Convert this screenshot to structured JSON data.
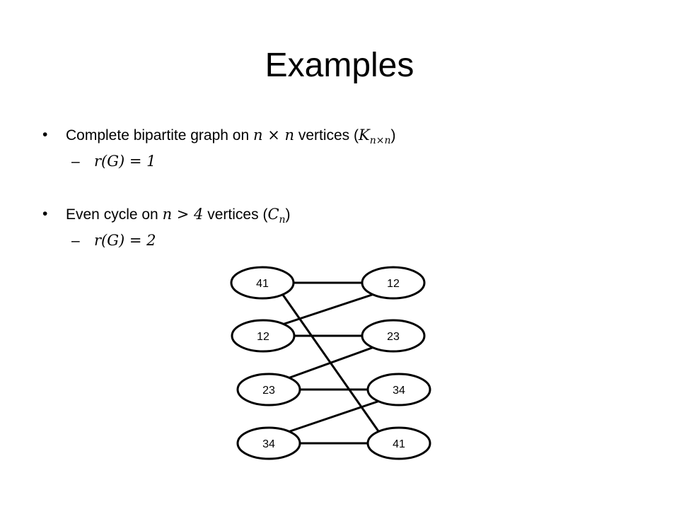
{
  "slide": {
    "title": "Examples",
    "bullets": [
      {
        "marker": "•",
        "text_before": "Complete bipartite graph on ",
        "math": "n × n",
        "text_middle": " vertices (",
        "math2": "K",
        "subscript": "n×n",
        "text_after": ")",
        "sub": {
          "marker": "–",
          "math": "r(G) = 1"
        }
      },
      {
        "marker": "•",
        "text_before": "Even cycle on ",
        "math": "n > 4",
        "text_middle": " vertices (",
        "math2": "C",
        "subscript": "n",
        "text_after": ")",
        "sub": {
          "marker": "–",
          "math": "r(G) = 2"
        }
      }
    ]
  },
  "graph": {
    "left_nodes": [
      "41",
      "12",
      "23",
      "34"
    ],
    "right_nodes": [
      "12",
      "23",
      "34",
      "41"
    ],
    "edges": [
      [
        "L0",
        "R0"
      ],
      [
        "L0",
        "R3"
      ],
      [
        "L1",
        "R0"
      ],
      [
        "L1",
        "R1"
      ],
      [
        "L2",
        "R1"
      ],
      [
        "L2",
        "R2"
      ],
      [
        "L3",
        "R2"
      ],
      [
        "L3",
        "R3"
      ]
    ]
  }
}
